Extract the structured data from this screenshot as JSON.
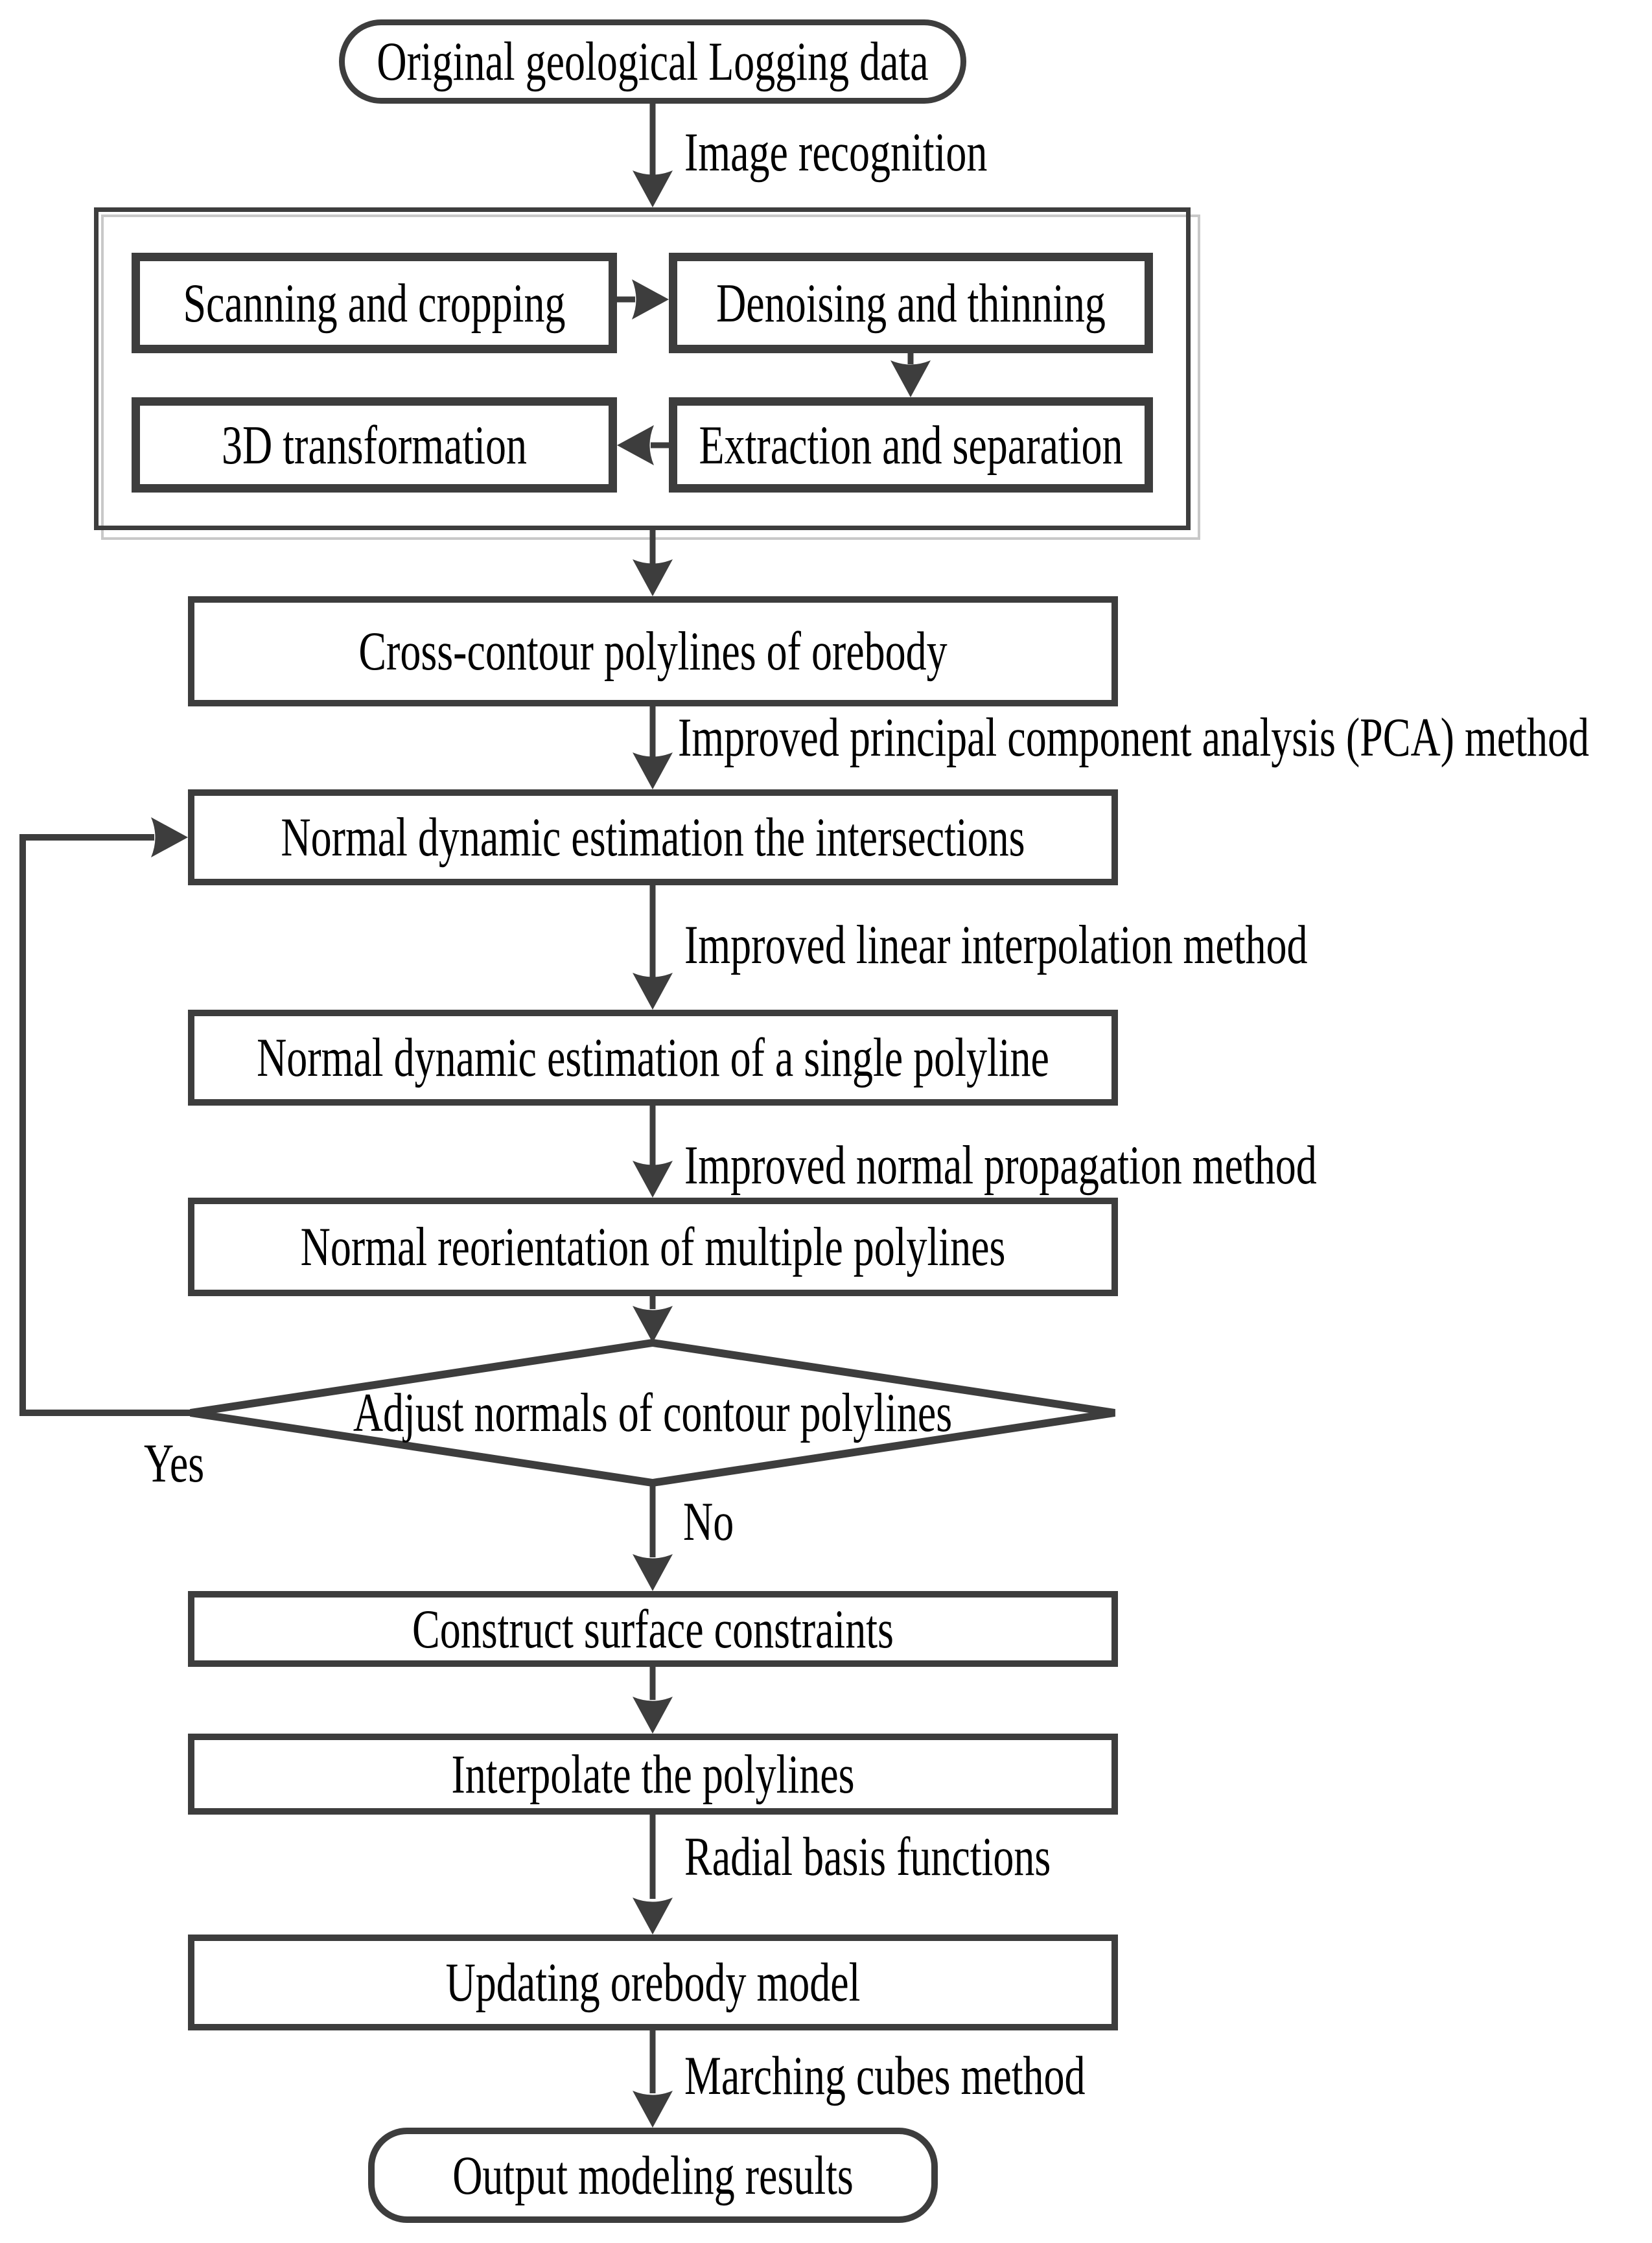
{
  "figure": {
    "type": "flowchart",
    "background": "#ffffff",
    "line_color": "#3d3d3d",
    "shadow_color": "#c8c8c8",
    "text_color": "#000000"
  },
  "nodes": {
    "start": "Original geological Logging data",
    "scanning": "Scanning and cropping",
    "denoising": "Denoising and thinning",
    "extraction": "Extraction and separation",
    "transformation": "3D transformation",
    "cross_contour": "Cross-contour polylines of orebody",
    "estimate_intersections": "Normal dynamic estimation the intersections",
    "estimate_single": "Normal dynamic estimation of a single polyline",
    "reorientation": "Normal reorientation of multiple polylines",
    "decision": "Adjust normals of contour polylines",
    "construct": "Construct surface constraints",
    "interpolate": "Interpolate the polylines",
    "updating": "Updating orebody model",
    "output": "Output modeling results"
  },
  "edge_labels": {
    "image_recognition": "Image recognition",
    "pca": "Improved principal component analysis (PCA) method",
    "linear": "Improved linear interpolation method",
    "propagation": "Improved normal propagation method",
    "yes": "Yes",
    "no": "No",
    "rbf": "Radial basis functions",
    "marching": "Marching cubes method"
  }
}
